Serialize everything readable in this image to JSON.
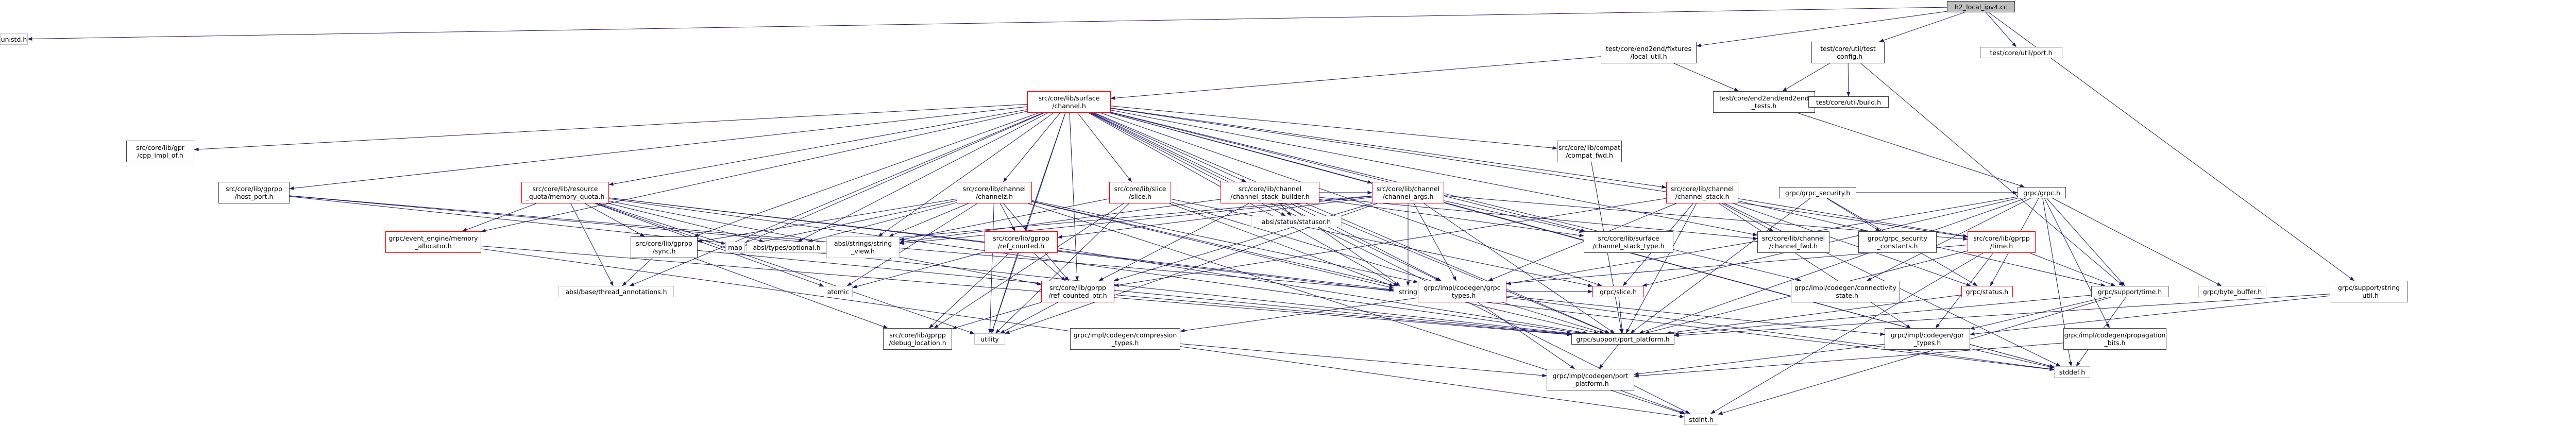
{
  "colors": {
    "edge": "#191970",
    "box_border": "#404040",
    "box_border_incomplete": "#ff0000",
    "box_border_external": "#bfbfbf",
    "root_fill": "#bfbfbf"
  },
  "nodes": [
    {
      "id": "root",
      "label": "h2_local_ipv4.cc",
      "kind": "root"
    },
    {
      "id": "unistd",
      "label": "unistd.h",
      "kind": "external"
    },
    {
      "id": "local_util",
      "label": "test/core/end2end/fixtures\n/local_util.h",
      "kind": "normal"
    },
    {
      "id": "test_config",
      "label": "test/core/util/test\n_config.h",
      "kind": "normal"
    },
    {
      "id": "test_port",
      "label": "test/core/util/port.h",
      "kind": "normal"
    },
    {
      "id": "surface_channel",
      "label": "src/core/lib/surface\n/channel.h",
      "kind": "incomplete"
    },
    {
      "id": "end2end_tests",
      "label": "test/core/end2end/end2end\n_tests.h",
      "kind": "normal"
    },
    {
      "id": "build",
      "label": "test/core/util/build.h",
      "kind": "normal"
    },
    {
      "id": "cpp_impl_of",
      "label": "src/core/lib/gpr\n/cpp_impl_of.h",
      "kind": "normal"
    },
    {
      "id": "gprpp_host_port",
      "label": "src/core/lib/gprpp\n/host_port.h",
      "kind": "normal"
    },
    {
      "id": "memory_quota",
      "label": "src/core/lib/resource\n_quota/memory_quota.h",
      "kind": "incomplete"
    },
    {
      "id": "channelz",
      "label": "src/core/lib/channel\n/channelz.h",
      "kind": "incomplete"
    },
    {
      "id": "slice_h",
      "label": "src/core/lib/slice\n/slice.h",
      "kind": "incomplete"
    },
    {
      "id": "channel_stack_builder",
      "label": "src/core/lib/channel\n/channel_stack_builder.h",
      "kind": "incomplete"
    },
    {
      "id": "statusor",
      "label": "absl/status/statusor.h",
      "kind": "external"
    },
    {
      "id": "channel_args",
      "label": "src/core/lib/channel\n/channel_args.h",
      "kind": "incomplete"
    },
    {
      "id": "compat_fwd",
      "label": "src/core/lib/compat\n/compat_fwd.h",
      "kind": "normal"
    },
    {
      "id": "channel_stack",
      "label": "src/core/lib/channel\n/channel_stack.h",
      "kind": "incomplete"
    },
    {
      "id": "grpc_security",
      "label": "grpc/grpc_security.h",
      "kind": "normal"
    },
    {
      "id": "gprpp_sync",
      "label": "src/core/lib/gprpp\n/sync.h",
      "kind": "normal"
    },
    {
      "id": "map",
      "label": "map",
      "kind": "external"
    },
    {
      "id": "optional",
      "label": "absl/types/optional.h",
      "kind": "external"
    },
    {
      "id": "string_view",
      "label": "absl/strings/string\n_view.h",
      "kind": "external"
    },
    {
      "id": "ref_counted",
      "label": "src/core/lib/gprpp\n/ref_counted.h",
      "kind": "incomplete"
    },
    {
      "id": "channel_stack_type",
      "label": "src/core/lib/surface\n/channel_stack_type.h",
      "kind": "normal"
    },
    {
      "id": "channel_fwd",
      "label": "src/core/lib/channel\n/channel_fwd.h",
      "kind": "normal"
    },
    {
      "id": "iomgr_time",
      "label": "src/core/lib/gprpp\n/time.h",
      "kind": "incomplete"
    },
    {
      "id": "security_constants",
      "label": "grpc/grpc_security\n_constants.h",
      "kind": "normal"
    },
    {
      "id": "grpc_h",
      "label": "grpc/grpc.h",
      "kind": "normal"
    },
    {
      "id": "ee_memory_allocator",
      "label": "grpc/event_engine/memory\n_allocator.h",
      "kind": "incomplete"
    },
    {
      "id": "thread_annotations",
      "label": "absl/base/thread_annotations.h",
      "kind": "external"
    },
    {
      "id": "atomic",
      "label": "atomic",
      "kind": "external"
    },
    {
      "id": "ref_counted_ptr",
      "label": "src/core/lib/gprpp\n/ref_counted_ptr.h",
      "kind": "incomplete"
    },
    {
      "id": "string",
      "label": "string",
      "kind": "external"
    },
    {
      "id": "grpc_types",
      "label": "grpc/impl/codegen/grpc\n_types.h",
      "kind": "incomplete"
    },
    {
      "id": "grpc_slice",
      "label": "grpc/slice.h",
      "kind": "incomplete"
    },
    {
      "id": "connectivity_state",
      "label": "grpc/impl/codegen/connectivity\n_state.h",
      "kind": "normal"
    },
    {
      "id": "grpc_status",
      "label": "grpc/status.h",
      "kind": "incomplete"
    },
    {
      "id": "support_time",
      "label": "grpc/support/time.h",
      "kind": "normal"
    },
    {
      "id": "byte_buffer",
      "label": "grpc/byte_buffer.h",
      "kind": "external"
    },
    {
      "id": "string_util",
      "label": "grpc/support/string\n_util.h",
      "kind": "normal"
    },
    {
      "id": "debug_location",
      "label": "src/core/lib/gprpp\n/debug_location.h",
      "kind": "normal"
    },
    {
      "id": "utility",
      "label": "utility",
      "kind": "external"
    },
    {
      "id": "compression_types",
      "label": "grpc/impl/codegen/compression\n_types.h",
      "kind": "normal"
    },
    {
      "id": "port_platform",
      "label": "grpc/support/port_platform.h",
      "kind": "normal"
    },
    {
      "id": "gpr_types",
      "label": "grpc/impl/codegen/gpr\n_types.h",
      "kind": "normal"
    },
    {
      "id": "propagation_bits",
      "label": "grpc/impl/codegen/propagation\n_bits.h",
      "kind": "normal"
    },
    {
      "id": "stddef",
      "label": "stddef.h",
      "kind": "external"
    },
    {
      "id": "codegen_port_platform",
      "label": "grpc/impl/codegen/port\n_platform.h",
      "kind": "normal"
    },
    {
      "id": "stdint",
      "label": "stdint.h",
      "kind": "external"
    }
  ],
  "edges": [
    [
      "root",
      "unistd"
    ],
    [
      "root",
      "local_util"
    ],
    [
      "root",
      "test_config"
    ],
    [
      "root",
      "test_port"
    ],
    [
      "root",
      "string_util"
    ],
    [
      "local_util",
      "surface_channel"
    ],
    [
      "local_util",
      "end2end_tests"
    ],
    [
      "test_config",
      "build"
    ],
    [
      "test_config",
      "end2end_tests"
    ],
    [
      "test_config",
      "support_time"
    ],
    [
      "end2end_tests",
      "grpc_h"
    ],
    [
      "surface_channel",
      "cpp_impl_of"
    ],
    [
      "surface_channel",
      "gprpp_host_port"
    ],
    [
      "surface_channel",
      "memory_quota"
    ],
    [
      "surface_channel",
      "channelz"
    ],
    [
      "surface_channel",
      "slice_h"
    ],
    [
      "surface_channel",
      "channel_stack_builder"
    ],
    [
      "surface_channel",
      "statusor"
    ],
    [
      "surface_channel",
      "channel_args"
    ],
    [
      "surface_channel",
      "compat_fwd"
    ],
    [
      "surface_channel",
      "channel_stack"
    ],
    [
      "surface_channel",
      "gprpp_sync"
    ],
    [
      "surface_channel",
      "map"
    ],
    [
      "surface_channel",
      "optional"
    ],
    [
      "surface_channel",
      "string_view"
    ],
    [
      "surface_channel",
      "ref_counted"
    ],
    [
      "surface_channel",
      "channel_stack_type"
    ],
    [
      "surface_channel",
      "channel_fwd"
    ],
    [
      "surface_channel",
      "iomgr_time"
    ],
    [
      "surface_channel",
      "ee_memory_allocator"
    ],
    [
      "surface_channel",
      "thread_annotations"
    ],
    [
      "surface_channel",
      "ref_counted_ptr"
    ],
    [
      "surface_channel",
      "string"
    ],
    [
      "surface_channel",
      "grpc_types"
    ],
    [
      "surface_channel",
      "grpc_slice"
    ],
    [
      "surface_channel",
      "connectivity_state"
    ],
    [
      "surface_channel",
      "port_platform"
    ],
    [
      "surface_channel",
      "stddef"
    ],
    [
      "surface_channel",
      "stdint"
    ],
    [
      "surface_channel",
      "utility"
    ],
    [
      "gprpp_host_port",
      "port_platform"
    ],
    [
      "gprpp_host_port",
      "string"
    ],
    [
      "gprpp_host_port",
      "string_view"
    ],
    [
      "memory_quota",
      "ee_memory_allocator"
    ],
    [
      "memory_quota",
      "gprpp_sync"
    ],
    [
      "memory_quota",
      "optional"
    ],
    [
      "memory_quota",
      "thread_annotations"
    ],
    [
      "memory_quota",
      "atomic"
    ],
    [
      "memory_quota",
      "map"
    ],
    [
      "memory_quota",
      "ref_counted_ptr"
    ],
    [
      "memory_quota",
      "port_platform"
    ],
    [
      "memory_quota",
      "stddef"
    ],
    [
      "memory_quota",
      "string"
    ],
    [
      "memory_quota",
      "utility"
    ],
    [
      "channelz",
      "optional"
    ],
    [
      "channelz",
      "string_view"
    ],
    [
      "channelz",
      "ref_counted"
    ],
    [
      "channelz",
      "ref_counted_ptr"
    ],
    [
      "channelz",
      "gprpp_sync"
    ],
    [
      "channelz",
      "map"
    ],
    [
      "channelz",
      "atomic"
    ],
    [
      "channelz",
      "string"
    ],
    [
      "channelz",
      "port_platform"
    ],
    [
      "channelz",
      "utility"
    ],
    [
      "channelz",
      "stdint"
    ],
    [
      "channelz",
      "grpc_types"
    ],
    [
      "slice_h",
      "grpc_slice"
    ],
    [
      "slice_h",
      "string"
    ],
    [
      "slice_h",
      "string_view"
    ],
    [
      "slice_h",
      "port_platform"
    ],
    [
      "slice_h",
      "utility"
    ],
    [
      "slice_h",
      "debug_location"
    ],
    [
      "channel_stack_builder",
      "statusor"
    ],
    [
      "channel_stack_builder",
      "string_view"
    ],
    [
      "channel_stack_builder",
      "channel_args"
    ],
    [
      "channel_stack_builder",
      "channel_stack_type"
    ],
    [
      "channel_stack_builder",
      "channel_fwd"
    ],
    [
      "channel_stack_builder",
      "ref_counted_ptr"
    ],
    [
      "channel_stack_builder",
      "string"
    ],
    [
      "channel_stack_builder",
      "port_platform"
    ],
    [
      "channel_stack_builder",
      "grpc_types"
    ],
    [
      "channel_args",
      "grpc_types"
    ],
    [
      "channel_args",
      "optional"
    ],
    [
      "channel_args",
      "string_view"
    ],
    [
      "channel_args",
      "ref_counted"
    ],
    [
      "channel_args",
      "ref_counted_ptr"
    ],
    [
      "channel_args",
      "iomgr_time"
    ],
    [
      "channel_args",
      "channel_stack_type"
    ],
    [
      "channel_args",
      "port_platform"
    ],
    [
      "channel_args",
      "string"
    ],
    [
      "channel_args",
      "stddef"
    ],
    [
      "channel_args",
      "utility"
    ],
    [
      "compat_fwd",
      "port_platform"
    ],
    [
      "channel_stack",
      "channel_fwd"
    ],
    [
      "channel_stack",
      "iomgr_time"
    ],
    [
      "channel_stack",
      "grpc_slice"
    ],
    [
      "channel_stack",
      "grpc_status"
    ],
    [
      "channel_stack",
      "support_time"
    ],
    [
      "channel_stack",
      "port_platform"
    ],
    [
      "channel_stack",
      "grpc_types"
    ],
    [
      "channel_stack",
      "stddef"
    ],
    [
      "channel_stack",
      "gpr_types"
    ],
    [
      "channel_stack",
      "ref_counted_ptr"
    ],
    [
      "grpc_security",
      "grpc_h"
    ],
    [
      "grpc_security",
      "security_constants"
    ],
    [
      "grpc_security",
      "grpc_status"
    ],
    [
      "grpc_security",
      "port_platform"
    ],
    [
      "grpc_h",
      "grpc_status"
    ],
    [
      "grpc_h",
      "byte_buffer"
    ],
    [
      "grpc_h",
      "grpc_slice"
    ],
    [
      "grpc_h",
      "support_time"
    ],
    [
      "grpc_h",
      "grpc_types"
    ],
    [
      "grpc_h",
      "propagation_bits"
    ],
    [
      "grpc_h",
      "connectivity_state"
    ],
    [
      "grpc_h",
      "port_platform"
    ],
    [
      "grpc_h",
      "stddef"
    ],
    [
      "gprpp_sync",
      "thread_annotations"
    ],
    [
      "gprpp_sync",
      "port_platform"
    ],
    [
      "gprpp_sync",
      "debug_location"
    ],
    [
      "ref_counted",
      "atomic"
    ],
    [
      "ref_counted",
      "ref_counted_ptr"
    ],
    [
      "ref_counted",
      "debug_location"
    ],
    [
      "ref_counted",
      "port_platform"
    ],
    [
      "ref_counted",
      "utility"
    ],
    [
      "ref_counted_ptr",
      "debug_location"
    ],
    [
      "ref_counted_ptr",
      "utility"
    ],
    [
      "ref_counted_ptr",
      "port_platform"
    ],
    [
      "iomgr_time",
      "string"
    ],
    [
      "iomgr_time",
      "support_time"
    ],
    [
      "iomgr_time",
      "port_platform"
    ],
    [
      "iomgr_time",
      "stdint"
    ],
    [
      "iomgr_time",
      "gpr_types"
    ],
    [
      "grpc_types",
      "compression_types"
    ],
    [
      "grpc_types",
      "gpr_types"
    ],
    [
      "grpc_types",
      "grpc_slice"
    ],
    [
      "grpc_types",
      "codegen_port_platform"
    ],
    [
      "grpc_types",
      "stddef"
    ],
    [
      "grpc_slice",
      "port_platform"
    ],
    [
      "grpc_status",
      "port_platform"
    ],
    [
      "support_time",
      "port_platform"
    ],
    [
      "support_time",
      "gpr_types"
    ],
    [
      "support_time",
      "stddef"
    ],
    [
      "support_time",
      "stdint"
    ],
    [
      "string_util",
      "port_platform"
    ],
    [
      "string_util",
      "gpr_types"
    ],
    [
      "ee_memory_allocator",
      "port_platform"
    ],
    [
      "ee_memory_allocator",
      "stdint"
    ],
    [
      "compression_types",
      "codegen_port_platform"
    ],
    [
      "port_platform",
      "codegen_port_platform"
    ],
    [
      "gpr_types",
      "codegen_port_platform"
    ],
    [
      "gpr_types",
      "stddef"
    ],
    [
      "propagation_bits",
      "codegen_port_platform"
    ],
    [
      "codegen_port_platform",
      "stdint"
    ]
  ]
}
